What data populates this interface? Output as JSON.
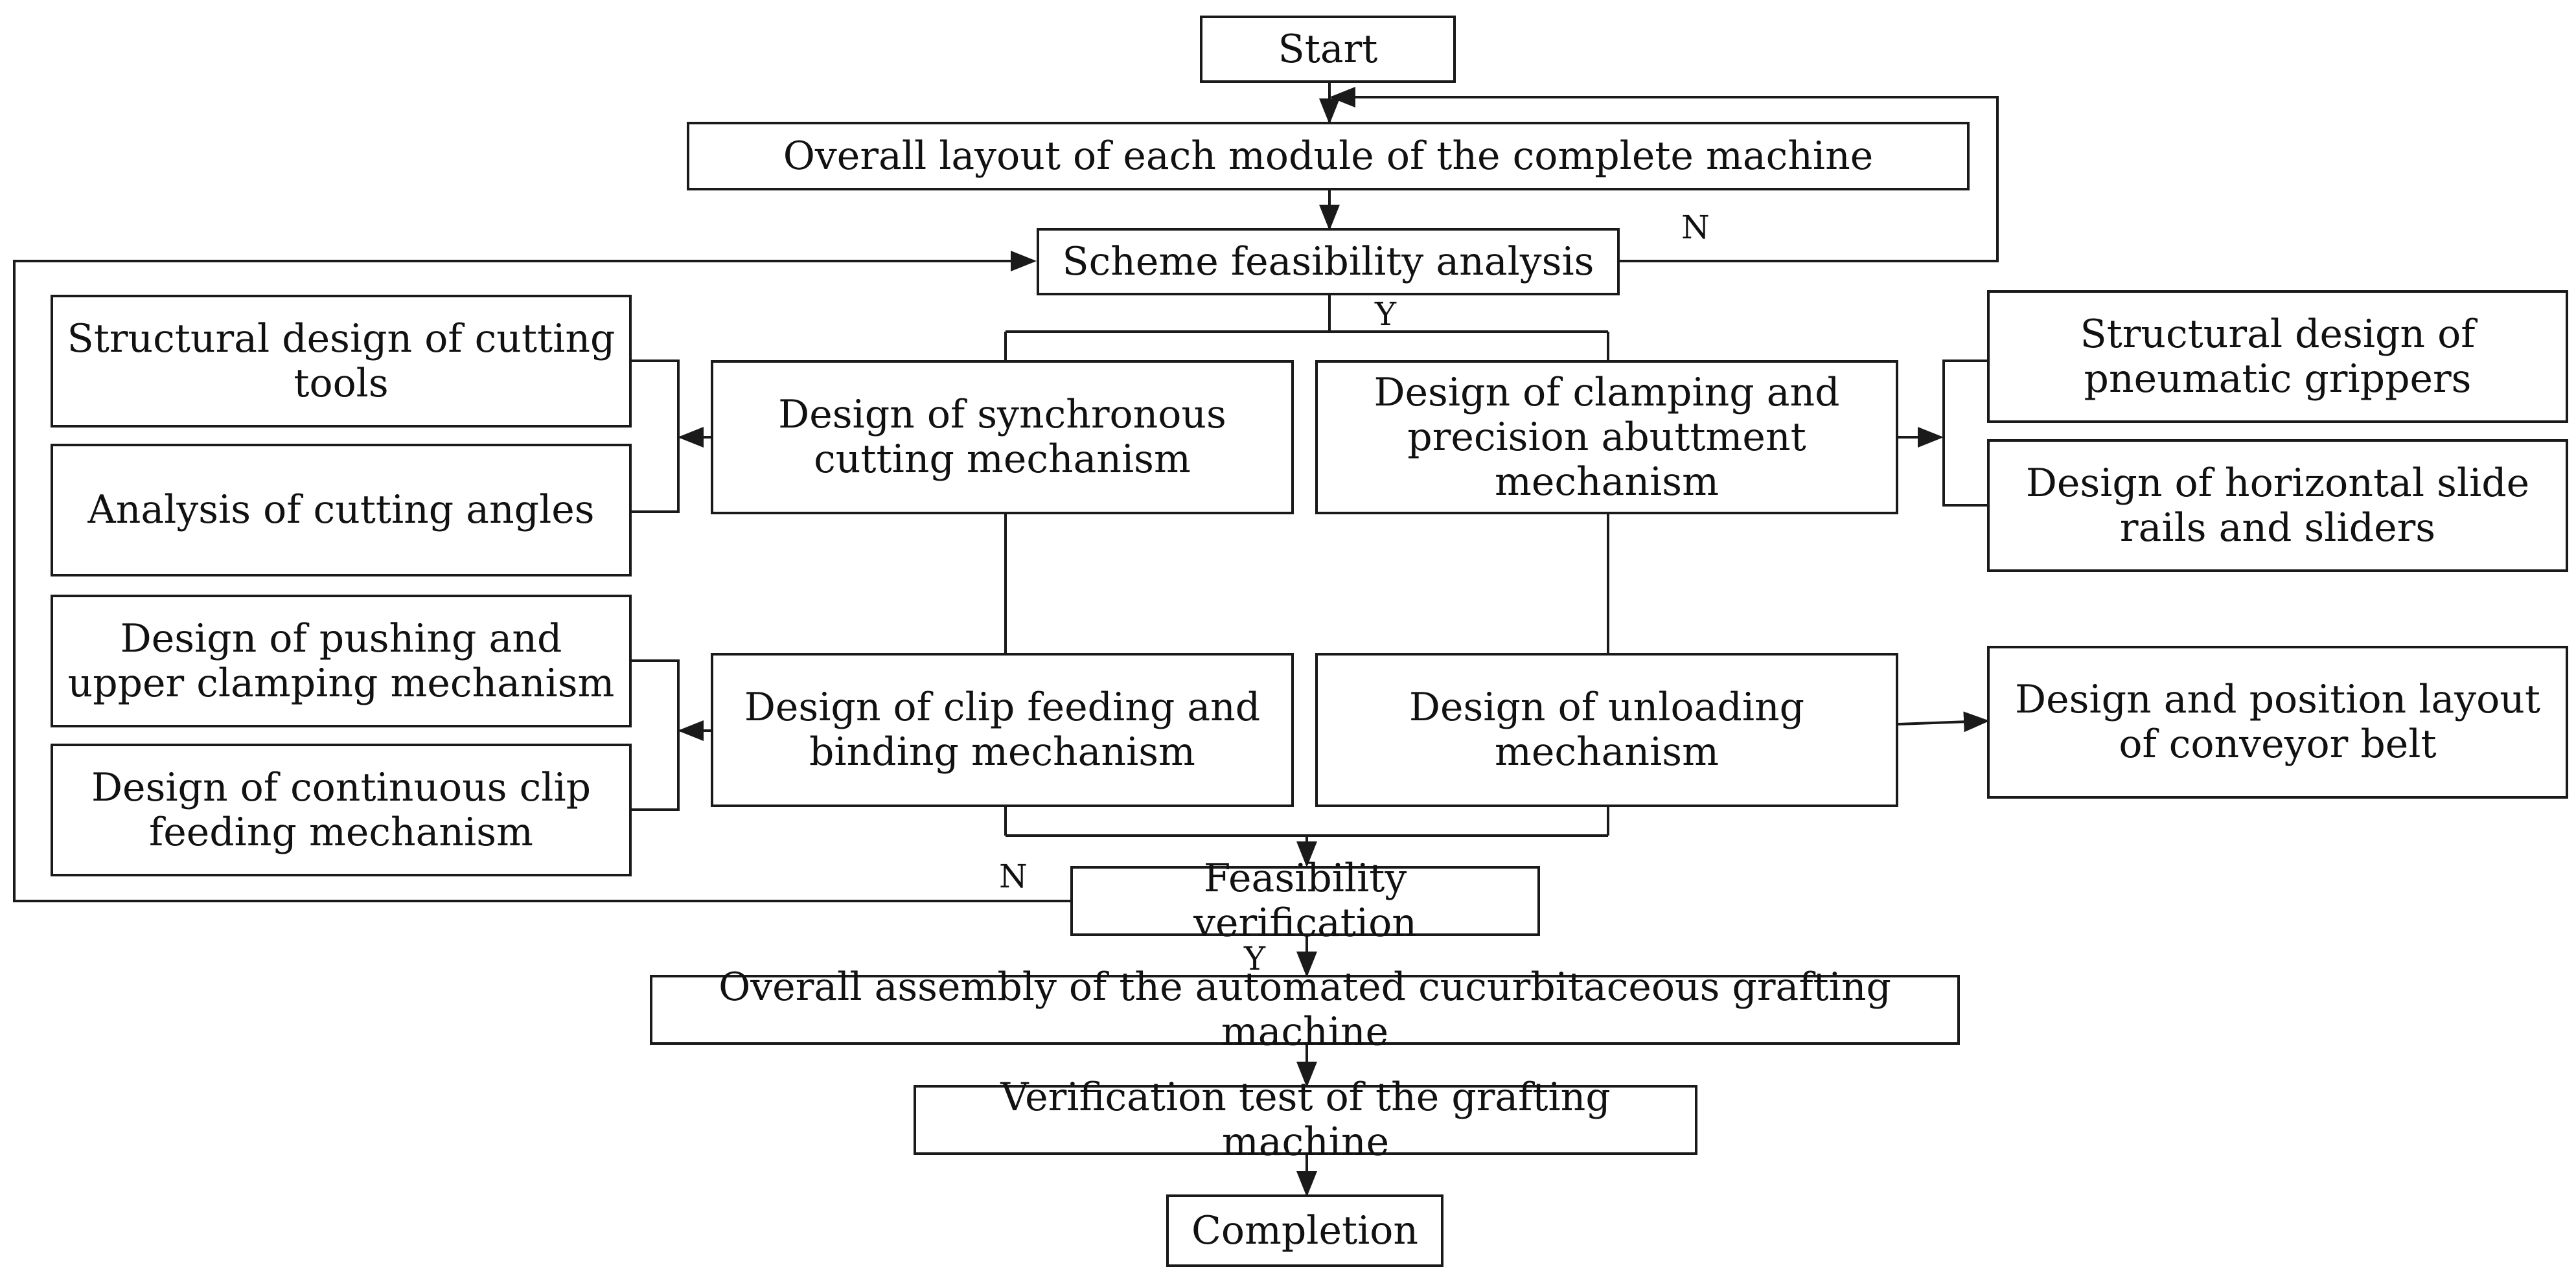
{
  "nodes": {
    "start": "Start",
    "overall_layout": "Overall layout of each module of the complete machine",
    "scheme_feasibility": "Scheme feasibility analysis",
    "structural_cutting_tools": "Structural design of cutting tools",
    "analysis_cutting_angles": "Analysis of cutting angles",
    "sync_cutting": "Design of synchronous cutting mechanism",
    "clamping_abutment": "Design of clamping and precision abuttment mechanism",
    "pneumatic_grippers": "Structural design of pneumatic grippers",
    "horizontal_slide": "Design of horizontal slide rails and sliders",
    "pushing_upper_clamping": "Design of pushing and upper clamping mechanism",
    "continuous_clip_feeding": "Design of continuous clip feeding mechanism",
    "clip_feeding_binding": "Design of clip feeding and binding mechanism",
    "unloading": "Design of unloading mechanism",
    "conveyor_belt": "Design and position layout of conveyor belt",
    "feasibility_verification": "Feasibility verification",
    "overall_assembly": "Overall assembly of the automated cucurbitaceous grafting machine",
    "verification_test": "Verification test of the grafting machine",
    "completion": "Completion"
  },
  "labels": {
    "scheme_no": "N",
    "scheme_yes": "Y",
    "verify_no": "N",
    "verify_yes": "Y"
  },
  "colors": {
    "line": "#1a1a1a",
    "background": "#ffffff"
  }
}
